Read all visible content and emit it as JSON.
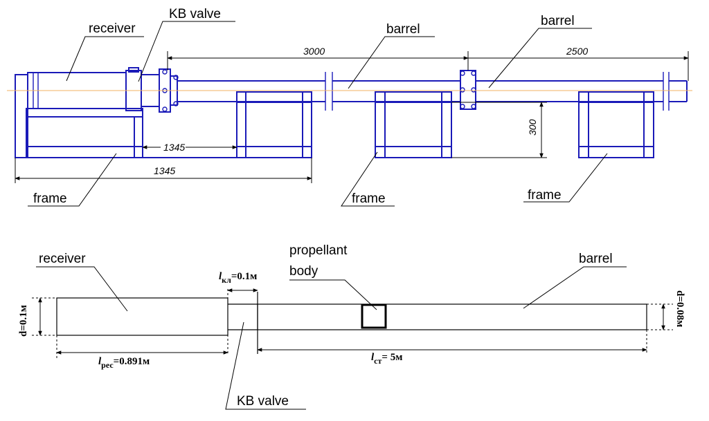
{
  "top": {
    "labels": {
      "receiver": "receiver",
      "kb_valve": "KB valve",
      "barrel_1": "barrel",
      "barrel_2": "barrel",
      "frame_1": "frame",
      "frame_2": "frame",
      "frame_3": "frame"
    },
    "dimensions": {
      "length_3000": "3000",
      "length_2500": "2500",
      "height_300": "300",
      "frame_inner_1345": "1345",
      "frame_overall_1345": "1345"
    }
  },
  "bottom": {
    "labels": {
      "receiver": "receiver",
      "propellant_line1": "propellant",
      "propellant_line2": "body",
      "barrel": "barrel",
      "kb_valve": "KB valve"
    },
    "dimensions": {
      "d_receiver": "d=0.1м",
      "l_valve_sym": "l",
      "l_valve_sub": "кл",
      "l_valve_val": "=0.1м",
      "l_rec_sym": "l",
      "l_rec_sub": "рес",
      "l_rec_val": "=0.891м",
      "l_barrel_sym": "l",
      "l_barrel_sub": "ст",
      "l_barrel_val": "= 5м",
      "d_barrel": "d=0.08м"
    }
  },
  "colors": {
    "equipment": "#1a1ab8",
    "axis_line": "#f0b060",
    "annotation": "#000000"
  }
}
